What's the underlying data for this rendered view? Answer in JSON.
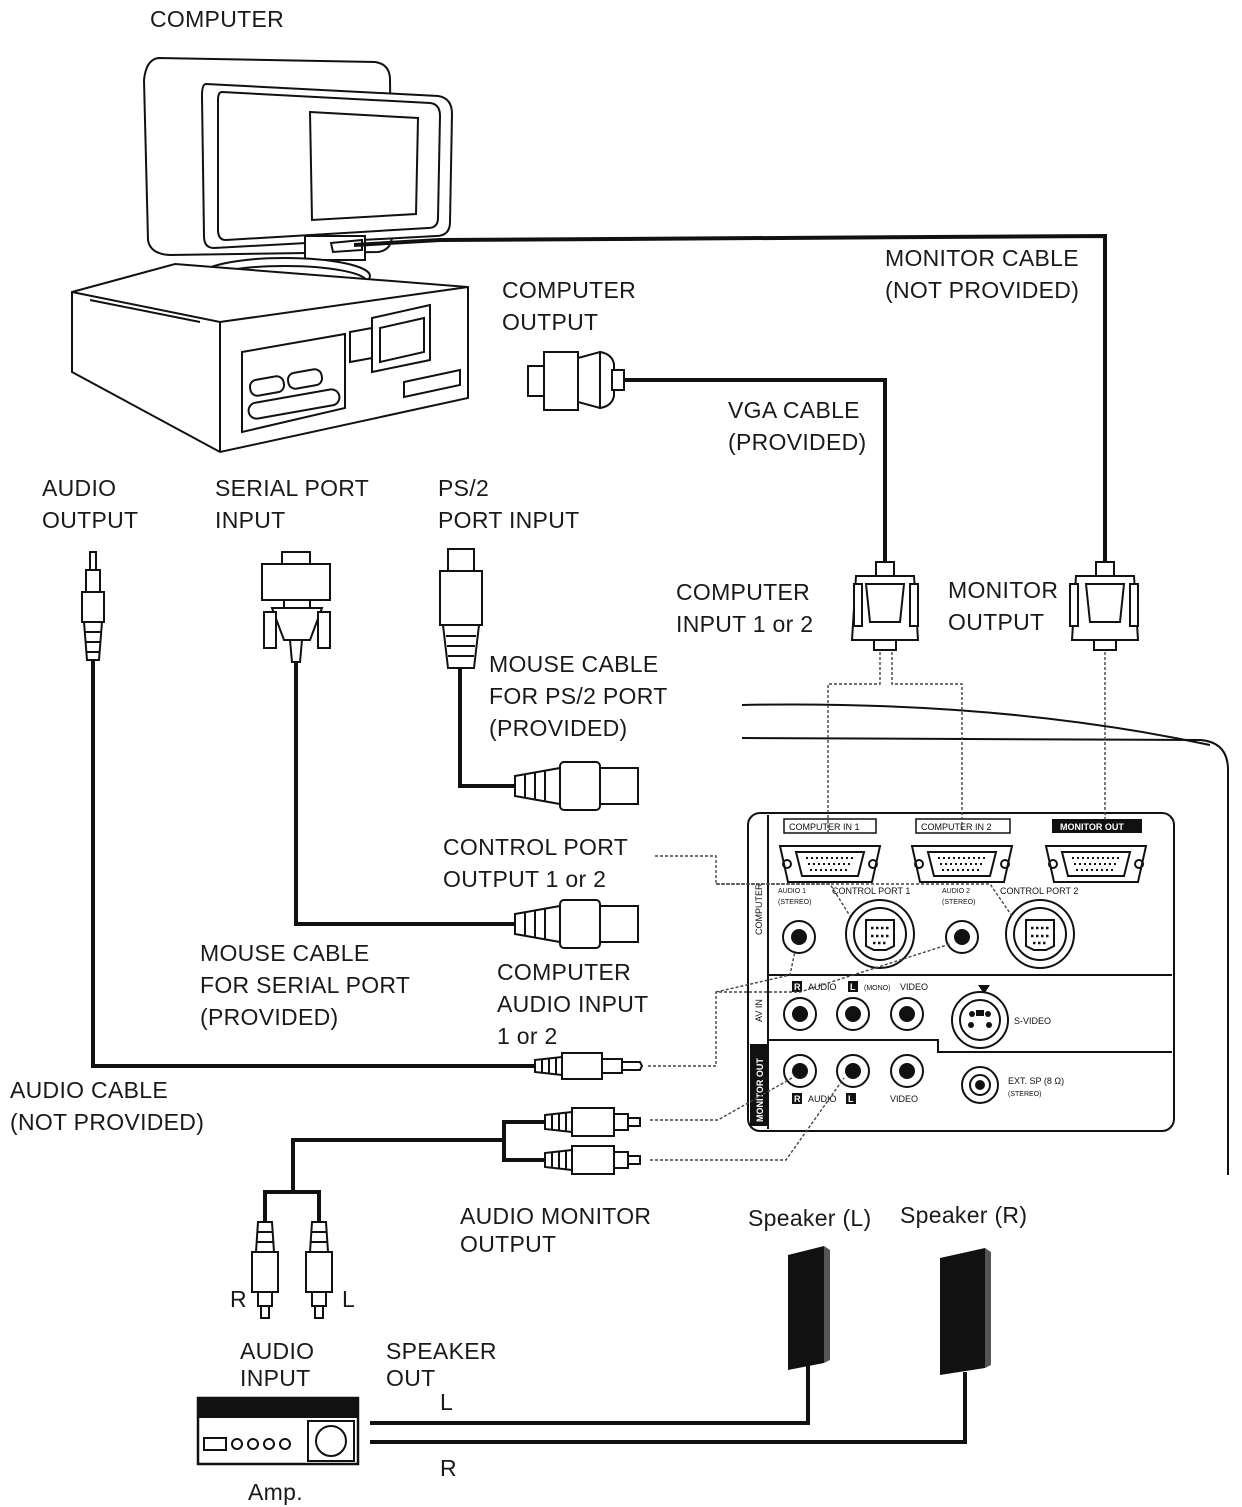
{
  "labels": {
    "computer": "COMPUTER",
    "monitor_cable": [
      "MONITOR CABLE",
      "(NOT PROVIDED)"
    ],
    "computer_output": [
      "COMPUTER",
      "OUTPUT"
    ],
    "vga_cable": [
      "VGA CABLE",
      "(PROVIDED)"
    ],
    "audio_output": [
      "AUDIO",
      "OUTPUT"
    ],
    "serial_port_input": [
      "SERIAL PORT",
      "INPUT"
    ],
    "ps2_port_input": [
      "PS/2",
      "PORT INPUT"
    ],
    "computer_input": [
      "COMPUTER",
      "INPUT 1 or 2"
    ],
    "monitor_output": [
      "MONITOR",
      "OUTPUT"
    ],
    "mouse_cable_ps2": [
      "MOUSE CABLE",
      "FOR PS/2 PORT",
      "(PROVIDED)"
    ],
    "control_port_output": [
      "CONTROL PORT",
      "OUTPUT 1 or 2"
    ],
    "mouse_cable_serial": [
      "MOUSE CABLE",
      "FOR SERIAL PORT",
      "(PROVIDED)"
    ],
    "computer_audio_input": [
      "COMPUTER",
      "AUDIO INPUT",
      "1 or 2"
    ],
    "audio_cable": [
      "AUDIO CABLE",
      "(NOT PROVIDED)"
    ],
    "audio_monitor_output": [
      "AUDIO MONITOR",
      "OUTPUT"
    ],
    "speaker_l": "Speaker (L)",
    "speaker_r": "Speaker (R)",
    "plug_r": "R",
    "plug_l": "L",
    "audio_input": [
      "AUDIO",
      "INPUT"
    ],
    "speaker_out": [
      "SPEAKER",
      "OUT"
    ],
    "speaker_out_l": "L",
    "speaker_out_r": "R",
    "amp": "Amp."
  },
  "panel": {
    "computer_in_1": "COMPUTER IN 1",
    "computer_in_2": "COMPUTER IN 2",
    "monitor_out": "MONITOR OUT",
    "audio_1": "AUDIO 1",
    "stereo": "(STEREO)",
    "control_port_1": "CONTROL PORT 1",
    "audio_2": "AUDIO 2",
    "control_port_2": "CONTROL PORT 2",
    "section_computer": "COMPUTER",
    "section_av_in": "AV IN",
    "section_monitor_out": "MONITOR OUT",
    "r_badge": "R",
    "l_badge": "L",
    "audio": "AUDIO",
    "mono": "(MONO)",
    "video": "VIDEO",
    "s_video": "S-VIDEO",
    "ext_sp": "EXT. SP (8 Ω)",
    "ext_sp_stereo": "(STEREO)",
    "video_out": "VIDEO"
  }
}
